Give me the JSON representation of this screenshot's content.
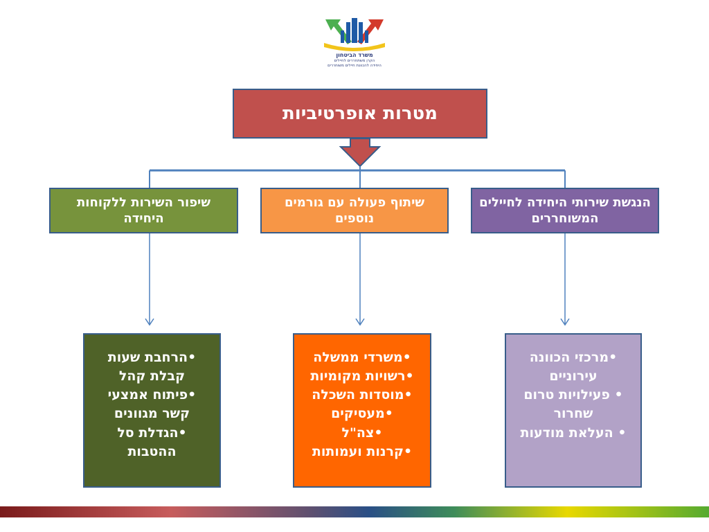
{
  "logo": {
    "line1": "משרד הביטחון",
    "line2": "הקרן משתחררים לחיילים",
    "line3": "היחידה להכוונת חיילים משוחררים"
  },
  "title": "מטרות אופרטיביות",
  "goals": [
    {
      "text": "הנגשת שירותי היחידה לחיילים המשוחררים"
    },
    {
      "text": "שיתוף פעולה עם גורמים נוספים"
    },
    {
      "text": "שיפור השירות ללקוחות היחידה"
    }
  ],
  "details": [
    {
      "lines": [
        "•מרכזי הכוונה",
        "עירוניים",
        "• פעילויות טרום",
        "שחרור",
        "• העלאת מודעות"
      ]
    },
    {
      "lines": [
        "•משרדי ממשלה",
        "•רשויות מקומיות",
        "•מוסדות השכלה",
        "•מעסיקים",
        "•צה\"ל",
        "•קרנות ועמותות"
      ]
    },
    {
      "lines": [
        "•הרחבת שעות",
        "קבלת קהל",
        "•פיתוח  אמצעי",
        "קשר מגוונים",
        "•הגדלת סל",
        "ההטבות"
      ]
    }
  ],
  "colors": {
    "title_bg": "#c0504d",
    "goal_right": "#8064a2",
    "goal_center": "#f79646",
    "goal_left": "#77933c",
    "detail_right": "#b2a2c7",
    "detail_center": "#ff6600",
    "detail_left": "#4f6228",
    "border": "#385d8a"
  }
}
